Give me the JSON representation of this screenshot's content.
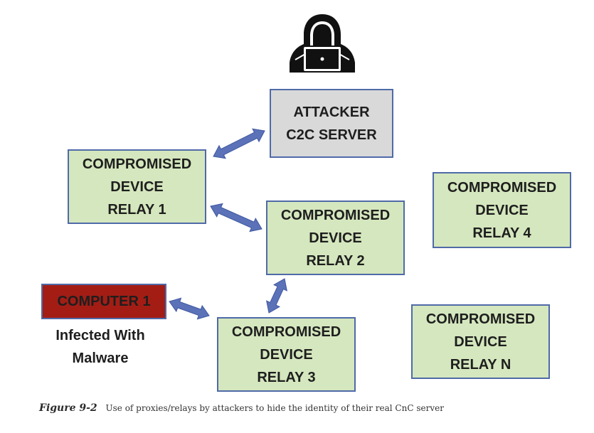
{
  "nodes": {
    "attacker": {
      "lines": [
        "ATTACKER",
        "C2C SERVER"
      ]
    },
    "relay1": {
      "lines": [
        "COMPROMISED",
        "DEVICE",
        "RELAY 1"
      ]
    },
    "relay2": {
      "lines": [
        "COMPROMISED",
        "DEVICE",
        "RELAY 2"
      ]
    },
    "relay3": {
      "lines": [
        "COMPROMISED",
        "DEVICE",
        "RELAY 3"
      ]
    },
    "relay4": {
      "lines": [
        "COMPROMISED",
        "DEVICE",
        "RELAY 4"
      ]
    },
    "relayN": {
      "lines": [
        "COMPROMISED",
        "DEVICE",
        "RELAY N"
      ]
    },
    "computer1": {
      "lines": [
        "COMPUTER 1"
      ]
    }
  },
  "infected_note": [
    "Infected With",
    "Malware"
  ],
  "edges": [
    {
      "from": "relay1",
      "to": "attacker"
    },
    {
      "from": "relay1",
      "to": "relay2"
    },
    {
      "from": "relay3",
      "to": "relay2"
    },
    {
      "from": "computer1",
      "to": "relay3"
    }
  ],
  "caption": {
    "label": "Figure 9-2",
    "text": "Use of proxies/relays by attackers to hide the identity of their real CnC server"
  },
  "icons": {
    "attacker_figure": "hooded-hacker-laptop-icon"
  },
  "colors": {
    "relay_fill": "#d5e7be",
    "server_fill": "#d9d9d9",
    "computer_fill": "#a31d15",
    "border": "#4f6aa8",
    "arrow": "#5b72b8"
  }
}
